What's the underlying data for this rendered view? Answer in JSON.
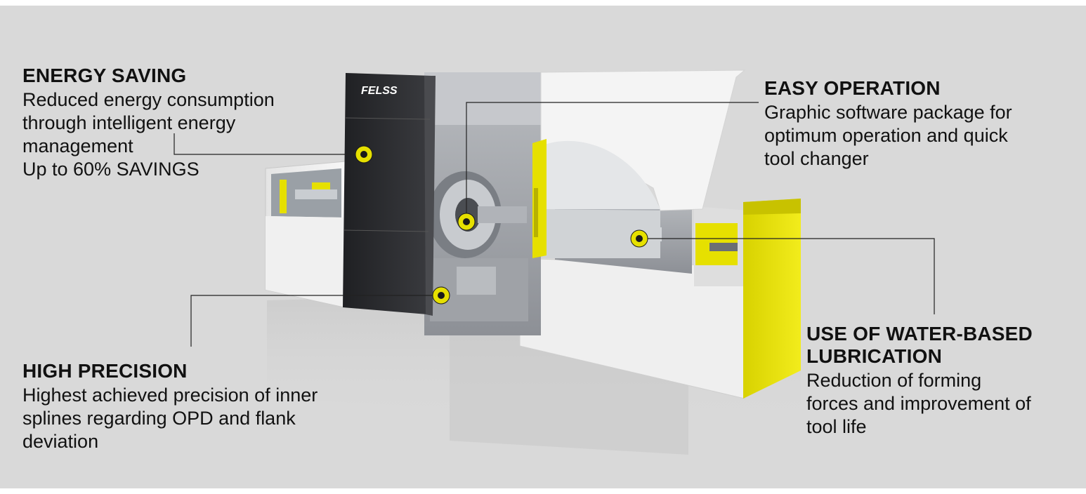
{
  "brand": {
    "logo_text": "FELSS"
  },
  "features": {
    "energy": {
      "title": "ENERGY SAVING",
      "line1": "Reduced energy consumption",
      "line2": "through intelligent energy",
      "line3": "management",
      "line4": "Up to 60% SAVINGS"
    },
    "easy": {
      "title": "EASY OPERATION",
      "line1": "Graphic software package for",
      "line2": "optimum operation and quick",
      "line3": "tool changer"
    },
    "precision": {
      "title": "HIGH PRECISION",
      "line1": "Highest achieved precision of inner",
      "line2": "splines regarding OPD and flank",
      "line3": "deviation"
    },
    "water": {
      "title_line1": "USE OF WATER-BASED",
      "title_line2": "LUBRICATION",
      "line1": "Reduction of forming",
      "line2": "forces and improvement of",
      "line3": "tool life"
    }
  },
  "colors": {
    "background": "#d9d9d9",
    "accent_yellow": "#e6e000",
    "machine_dark": "#2a2b2e",
    "machine_white": "#f2f2f2",
    "text": "#111111"
  }
}
